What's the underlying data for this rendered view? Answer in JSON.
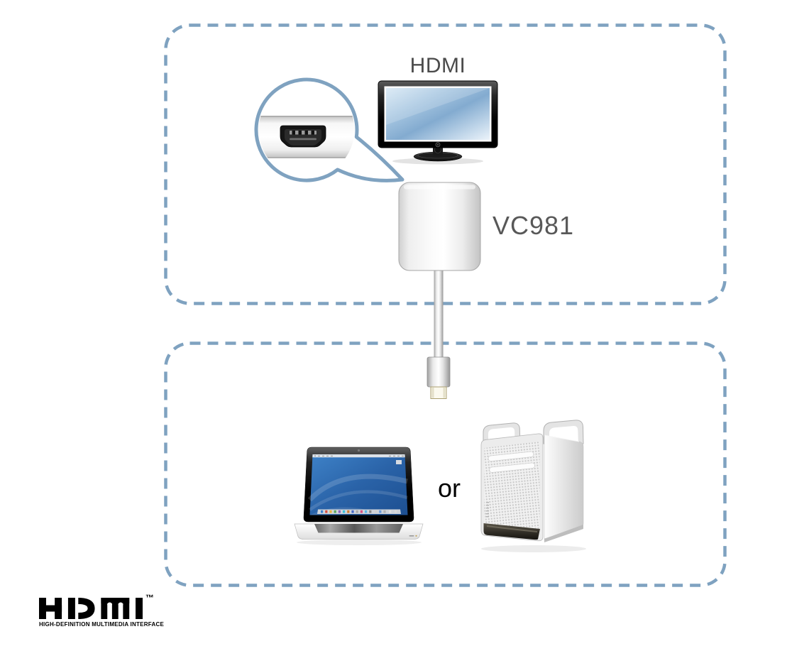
{
  "colors": {
    "panel_dashed_border": "#7fa2c0",
    "hdmi_label_text": "#4b4b4b",
    "model_label_text": "#585858",
    "or_label_text": "#000000",
    "logo_text": "#000000",
    "tv_screen_blue": "#83abd0",
    "laptop_wallpaper_blue": "#2a63a8"
  },
  "top_panel": {
    "display_label": "HDMI",
    "model_label": "VC981",
    "icons": [
      {
        "name": "hdmi-port-callout-icon"
      },
      {
        "name": "hdmi-tv-icon"
      },
      {
        "name": "vc981-adapter-icon"
      },
      {
        "name": "mini-displayport-plug-icon"
      }
    ]
  },
  "bottom_panel": {
    "or_label": "or",
    "icons": [
      {
        "name": "laptop-icon"
      },
      {
        "name": "desktop-tower-icon"
      }
    ]
  },
  "footer": {
    "logo_wordmark": "HDMI",
    "trademark": "™",
    "tagline": "HIGH-DEFINITION MULTIMEDIA INTERFACE"
  }
}
